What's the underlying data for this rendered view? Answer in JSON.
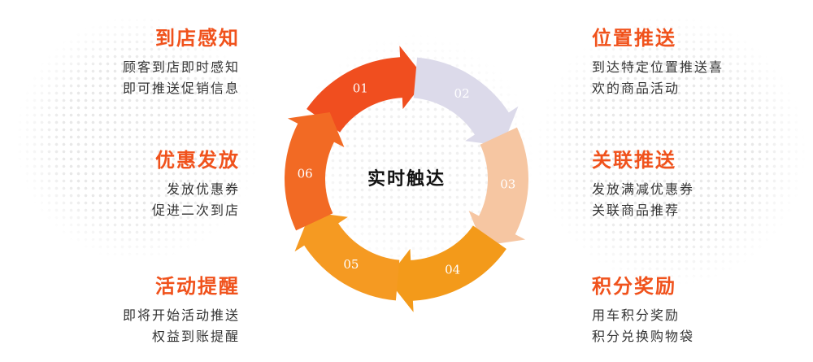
{
  "center_label": "实时触达",
  "segments": [
    {
      "num": "01",
      "color": "#f04e1f"
    },
    {
      "num": "02",
      "color": "#dcdaea"
    },
    {
      "num": "03",
      "color": "#f6c6a2"
    },
    {
      "num": "04",
      "color": "#f39a1a"
    },
    {
      "num": "05",
      "color": "#f59a22"
    },
    {
      "num": "06",
      "color": "#f26a24"
    }
  ],
  "left_blocks": [
    {
      "title": "到店感知",
      "lines": [
        "顾客到店即时感知",
        "即可推送促销信息"
      ]
    },
    {
      "title": "优惠发放",
      "lines": [
        "发放优惠券",
        "促进二次到店"
      ]
    },
    {
      "title": "活动提醒",
      "lines": [
        "即将开始活动推送",
        "权益到账提醒"
      ]
    }
  ],
  "right_blocks": [
    {
      "title": "位置推送",
      "lines": [
        "到达特定位置推送喜",
        "欢的商品活动"
      ]
    },
    {
      "title": "关联推送",
      "lines": [
        "发放满减优惠券",
        "关联商品推荐"
      ]
    },
    {
      "title": "积分奖励",
      "lines": [
        "用车积分奖励",
        "积分兑换购物袋"
      ]
    }
  ],
  "colors": {
    "accent": "#f0521c",
    "text": "#333333"
  }
}
